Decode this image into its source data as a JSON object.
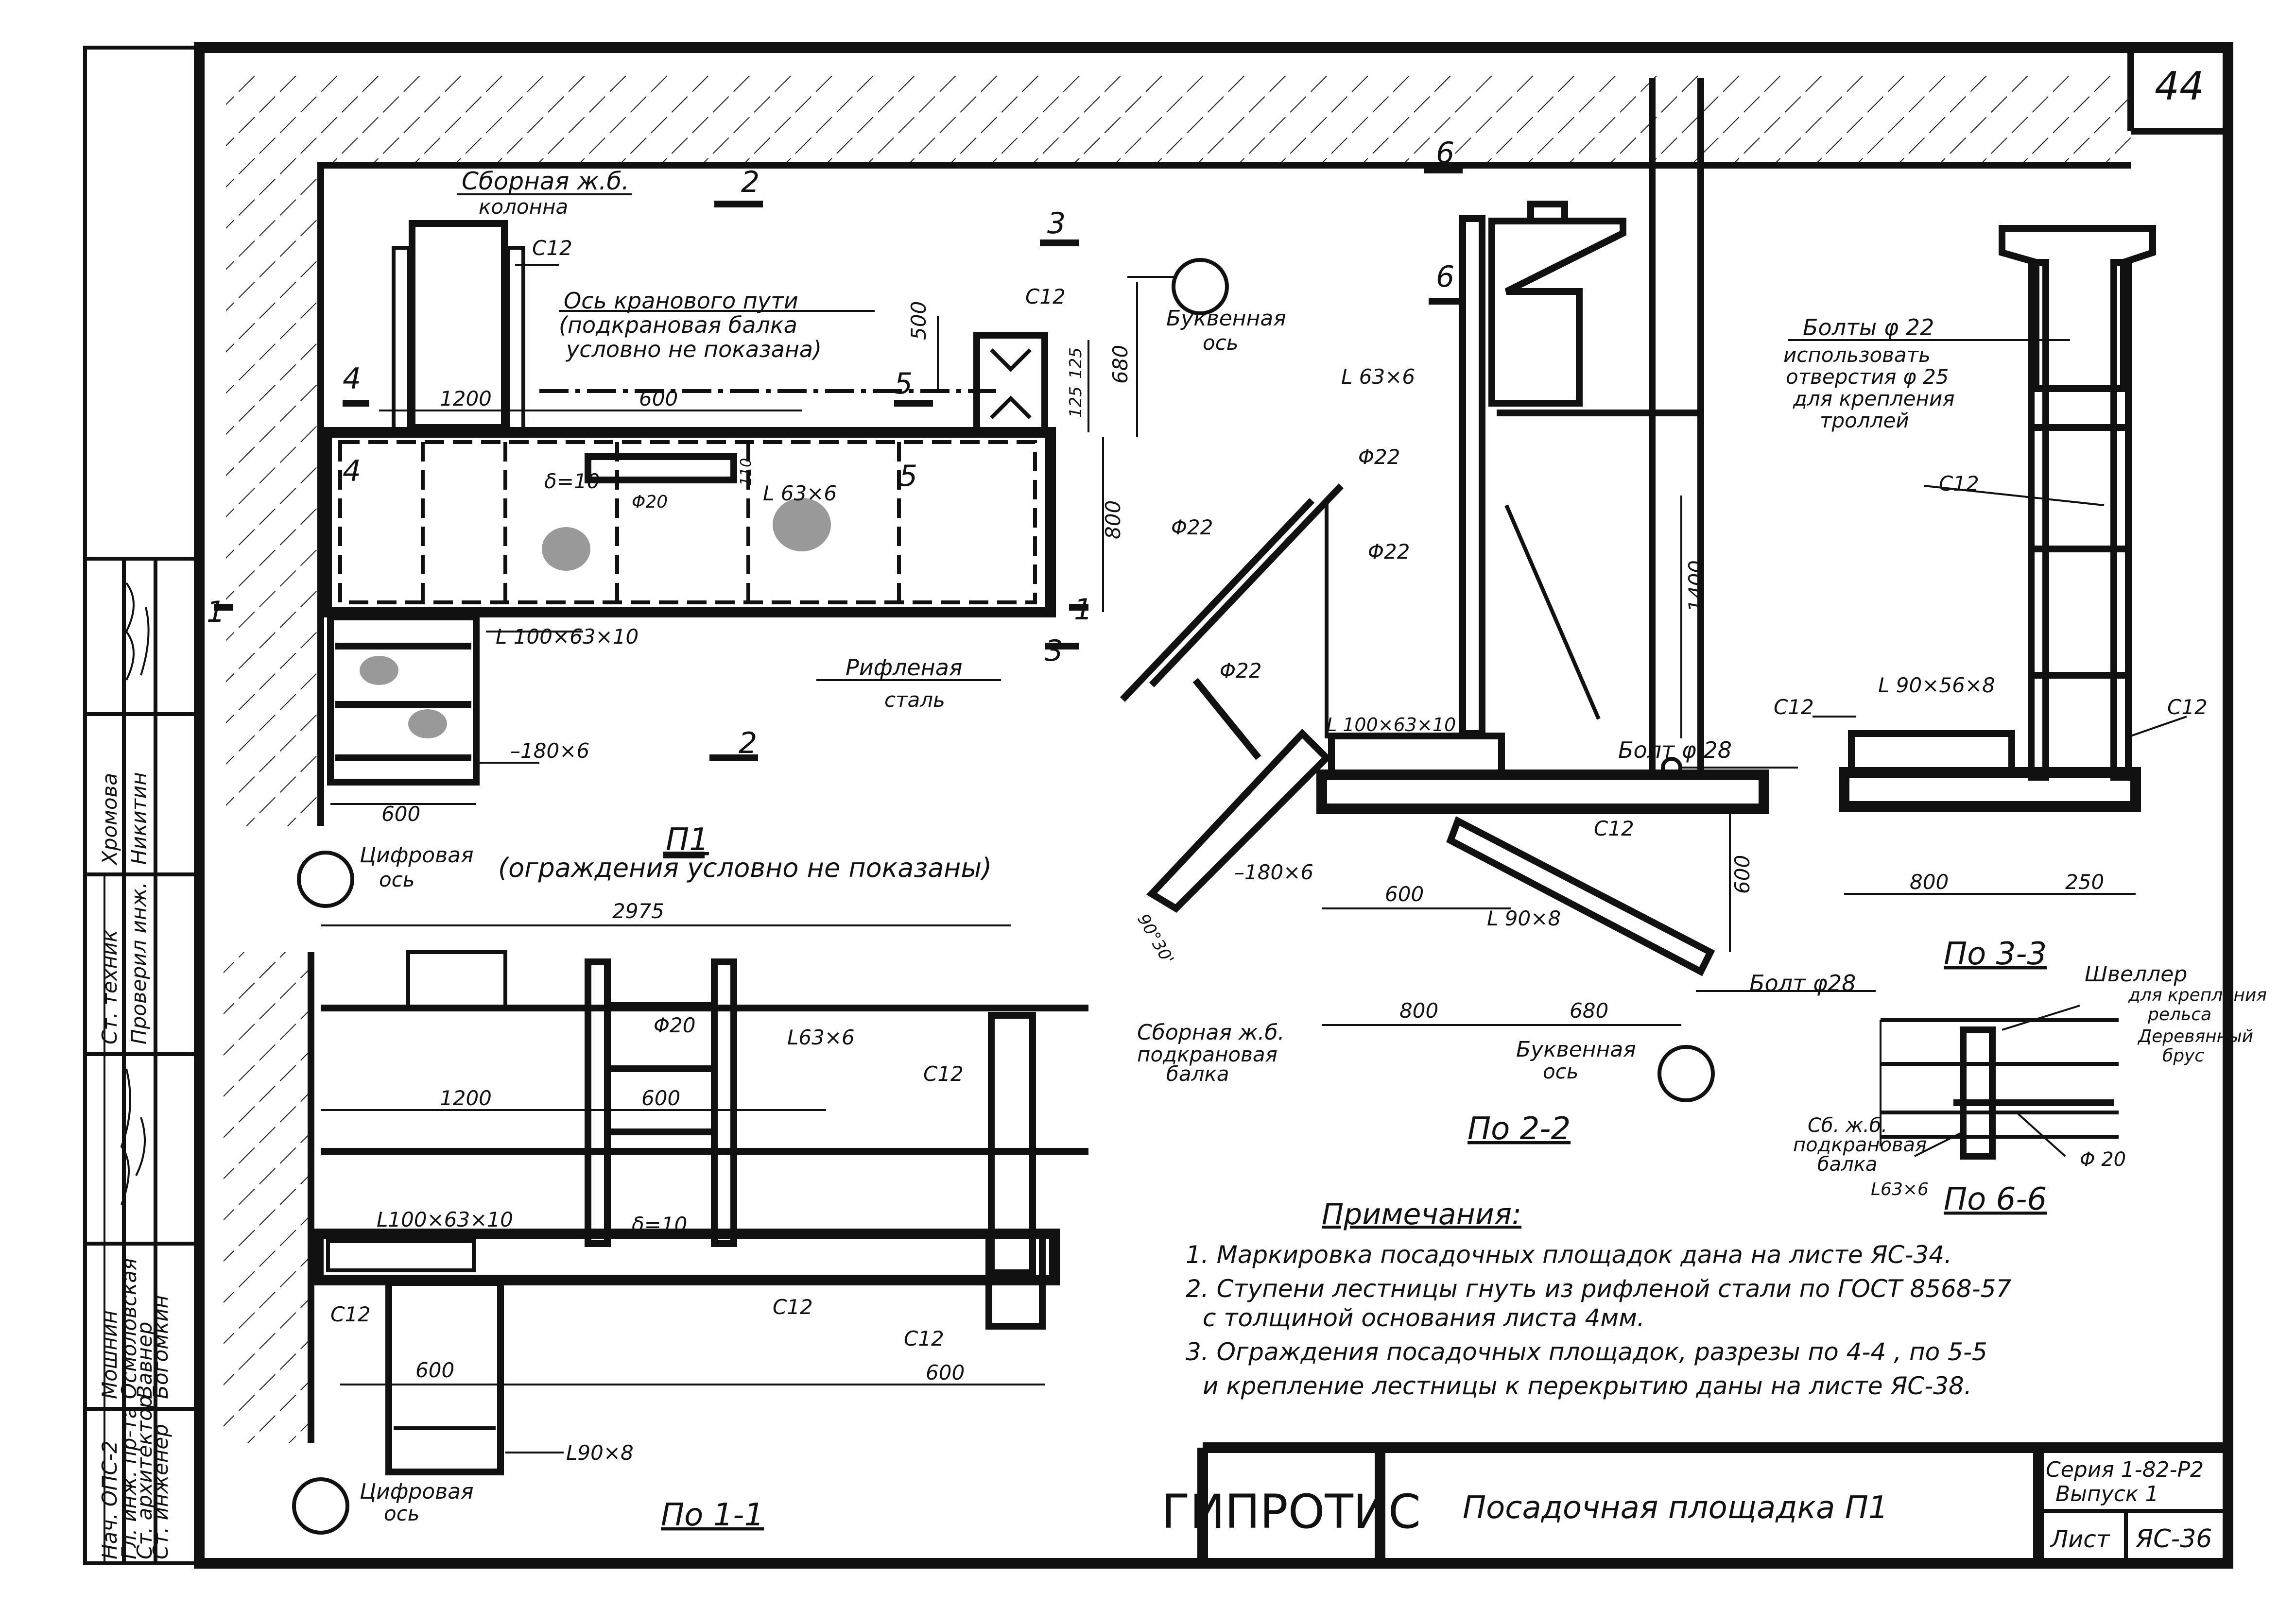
{
  "sheet_number": "44",
  "title_block": {
    "org": "ГИПРОТИС",
    "title": "Посадочная площадка  П1",
    "series": "Серия 1-82-Р2",
    "issue": "Выпуск 1",
    "sheet_label": "Лист",
    "sheet_code": "ЯС-36"
  },
  "side_stamp": {
    "roles": [
      "Нач. ОПС-2",
      "Гл. инж. пр-та",
      "Ст. архитектор",
      "Ст. инженер",
      "Ст. техник",
      "Проверил инж."
    ],
    "names": [
      "Мошнин",
      "Осмоловская",
      "Вавнер",
      "Богомкин",
      "Хромова",
      "Никитин"
    ]
  },
  "view_p1": {
    "label": "П1",
    "caption": "(ограждения условно не показаны)",
    "column_label": [
      "Сборная ж.б.",
      "колонна"
    ],
    "axis_label": [
      "Ось кранового пути",
      "(подкрановая балка",
      "условно не показана)"
    ],
    "channel_1": "С12",
    "channel_2": "С12",
    "dims": [
      "1200",
      "600",
      "500",
      "680",
      "125",
      "125",
      "110",
      "800",
      "600"
    ],
    "plate": "δ=10",
    "dia_20": "Φ20",
    "angle_63": "L 63×6",
    "angle_100": "L 100×63×10",
    "steel": [
      "Рифленая",
      "сталь"
    ],
    "strip": "–180×6",
    "digit_axis": [
      "Цифровая",
      "ось"
    ],
    "letter_axis": [
      "Буквенная",
      "ось"
    ],
    "cuts": [
      "1",
      "1",
      "2",
      "2",
      "3",
      "3",
      "4",
      "4",
      "5",
      "5"
    ]
  },
  "view_11": {
    "label": "По 1-1",
    "dims": [
      "2975",
      "1200",
      "600",
      "600",
      "600"
    ],
    "dia_20": "Φ20",
    "angle_63": "L63×6",
    "beam_label": [
      "Сборная ж.б.",
      "подкрановая",
      "балка"
    ],
    "channels": [
      "С12",
      "С12",
      "С12",
      "С12"
    ],
    "angle_100": "L100×63×10",
    "plate": "δ=10",
    "angle_90": "L90×8",
    "digit_axis": [
      "Цифровая",
      "ось"
    ]
  },
  "view_22": {
    "label": "По 2-2",
    "angle_63": "L 63×6",
    "dias": [
      "Φ22",
      "Φ22",
      "Φ22",
      "Φ22"
    ],
    "angle_100": "L 100×63×10",
    "dims": [
      "1400",
      "600",
      "600",
      "800",
      "680",
      "90°30'"
    ],
    "bolt": "Болт φ 28",
    "bolt2": "Болт φ28",
    "channel": "С12",
    "strip": "–180×6",
    "angle_90": "L 90×8",
    "letter_axis": [
      "Буквенная",
      "ось"
    ],
    "cut": "6"
  },
  "view_33": {
    "label": "По 3-3",
    "bolts": [
      "Болты φ 22",
      "использовать",
      "отверстия φ 25",
      "для крепления",
      "троллей"
    ],
    "channels": [
      "С12",
      "С12",
      "С12"
    ],
    "angle_90": "L 90×56×8",
    "dims": [
      "800",
      "250"
    ]
  },
  "view_66": {
    "label": "По 6-6",
    "shveller": [
      "Швеллер",
      "для крепления",
      "рельса"
    ],
    "wood": [
      "Деревянный",
      "брус"
    ],
    "beam": [
      "Сб. ж.б.",
      "подкрановая",
      "балка"
    ],
    "angle_63": "L63×6",
    "dia": "Φ 20"
  },
  "notes": {
    "heading": "Примечания:",
    "items": [
      "1. Маркировка посадочных площадок дана на листе ЯС-34.",
      "2. Ступени лестницы гнуть из рифленой стали по ГОСТ 8568-57",
      "с толщиной основания листа 4мм.",
      "3. Ограждения посадочных площадок, разрезы по 4-4 , по 5-5",
      "и крепление лестницы к перекрытию даны на листе ЯС-38."
    ]
  }
}
